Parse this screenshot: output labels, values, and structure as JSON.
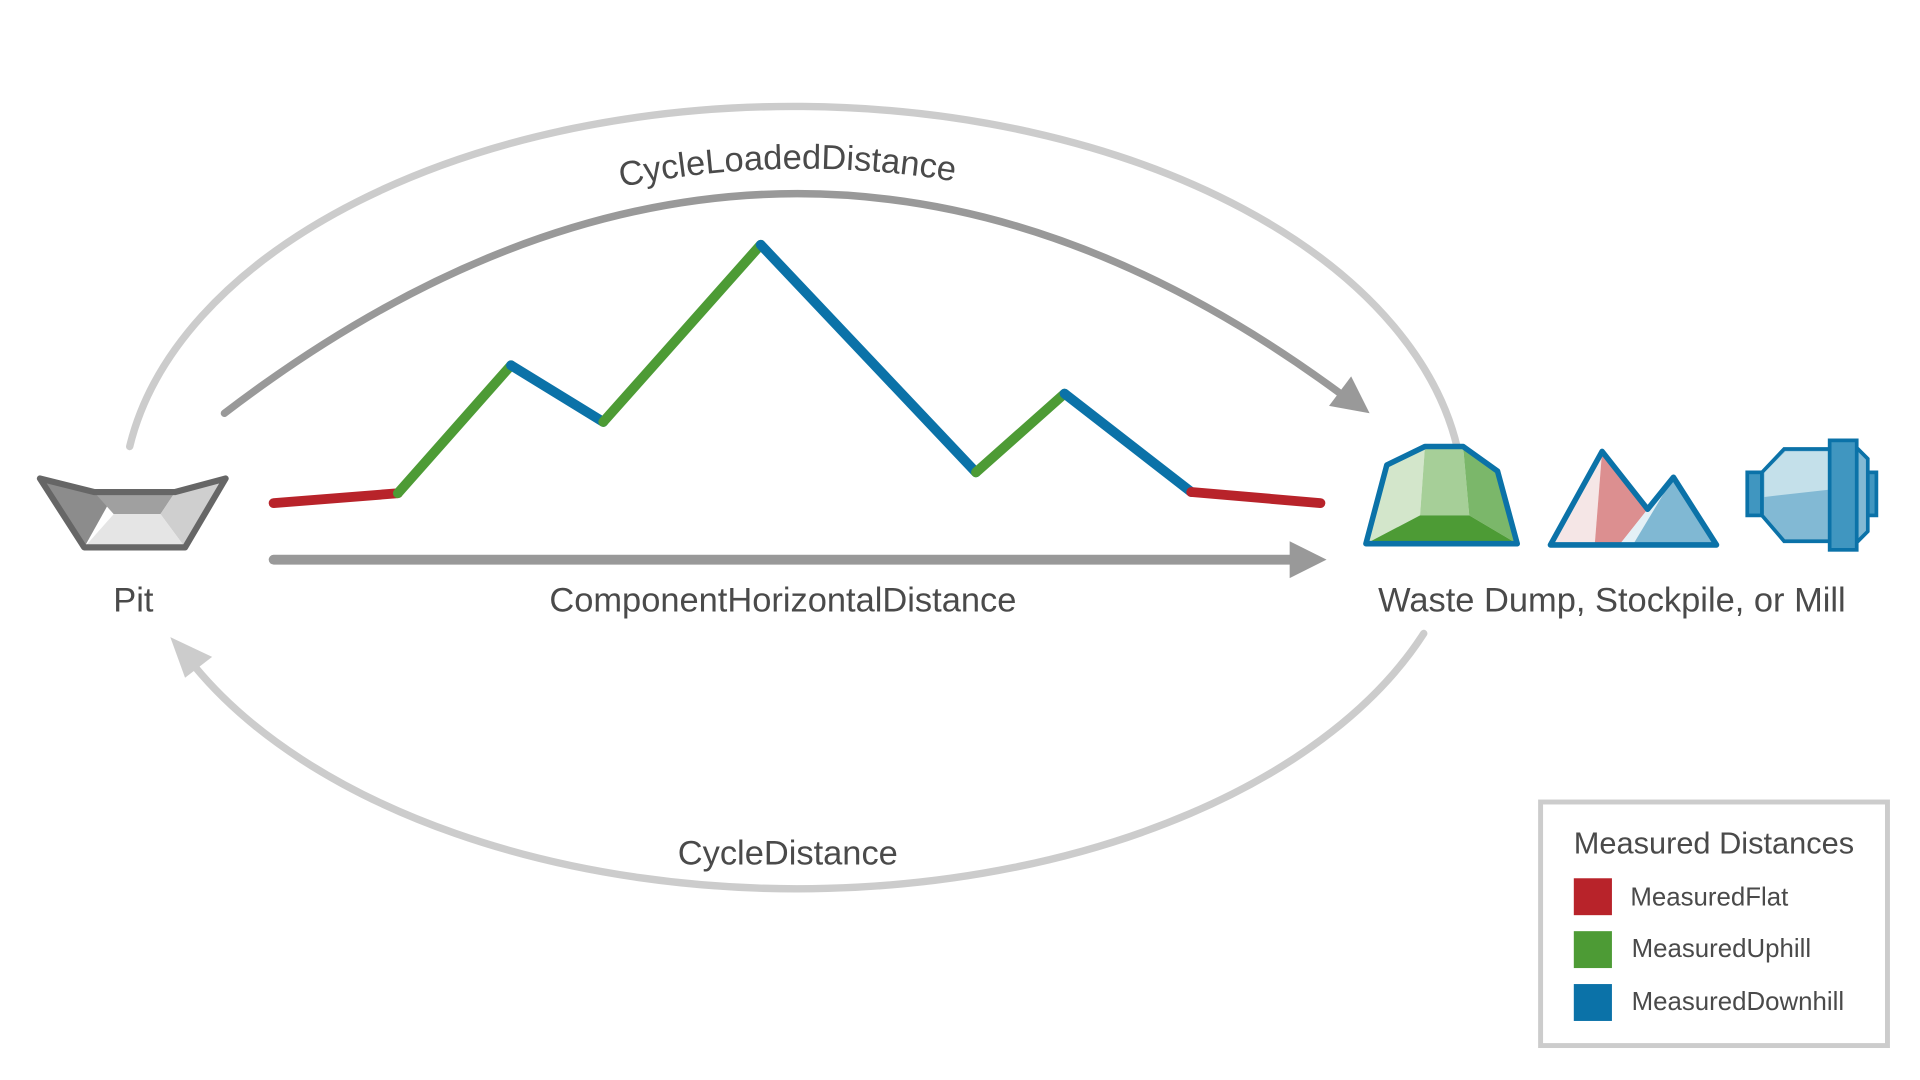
{
  "labels": {
    "pit": "Pit",
    "destination": "Waste Dump, Stockpile, or Mill",
    "cycle_loaded_distance": "CycleLoadedDistance",
    "component_horizontal_distance": "ComponentHorizontalDistance",
    "cycle_distance": "CycleDistance"
  },
  "legend": {
    "title": "Measured Distances",
    "items": [
      {
        "label": "MeasuredFlat",
        "color": "#b8232a"
      },
      {
        "label": "MeasuredUphill",
        "color": "#4d9b35"
      },
      {
        "label": "MeasuredDownhill",
        "color": "#0b72a8"
      }
    ]
  },
  "colors": {
    "cycle_arc": "#cccccc",
    "loaded_arc": "#999999",
    "text": "#4a4a4a"
  },
  "icons": [
    "pit-icon",
    "waste-dump-icon",
    "stockpile-icon",
    "mill-icon"
  ]
}
